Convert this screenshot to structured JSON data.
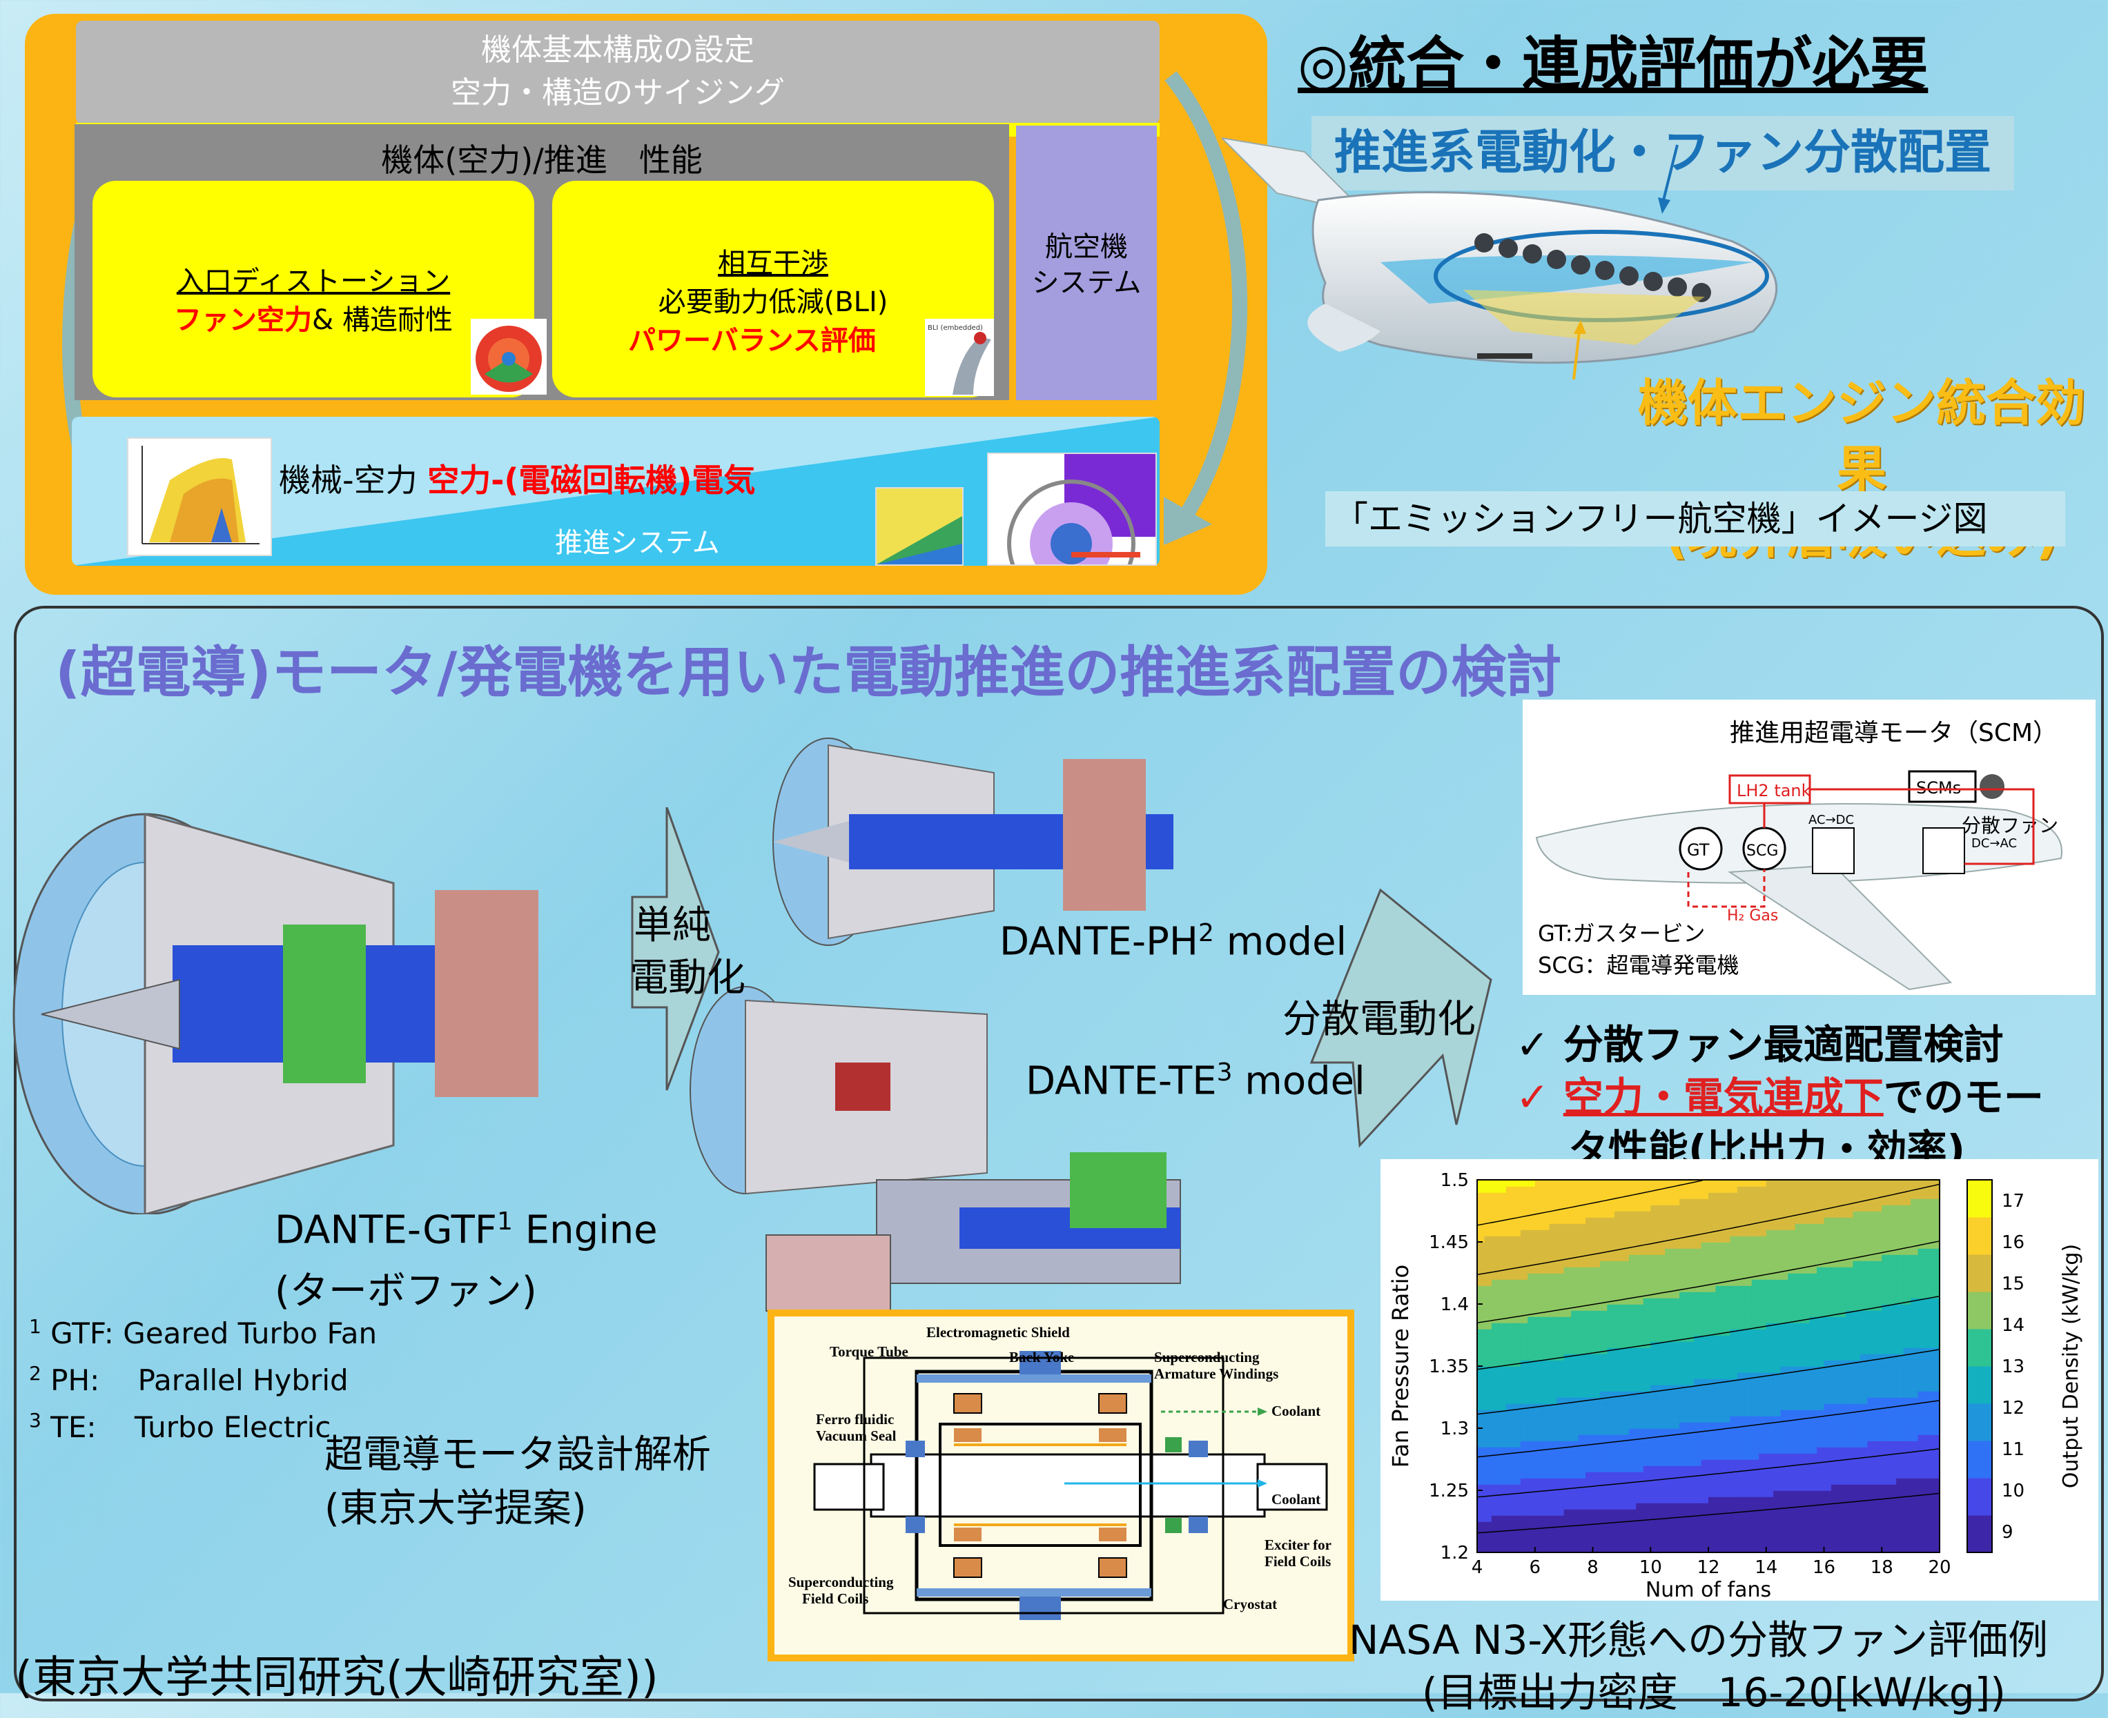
{
  "framework": {
    "top_line1": "機体基本構成の設定",
    "top_line2": "空力・構造のサイジング",
    "perf_title": "機体(空力)/推進　性能",
    "box1": {
      "title": "入口ディストーション",
      "red": "ファン空力",
      "rest": "& 構造耐性"
    },
    "box2": {
      "title": "相互干渉",
      "line2": "必要動力低減(BLI)",
      "red": "パワーバランス評価"
    },
    "bli_label": "BLI (embedded)",
    "aircraft_system_l1": "航空機",
    "aircraft_system_l2": "システム",
    "prop_plain": "機械-空力",
    "prop_red": "空力-(電磁回転機)電気",
    "prop_system": "推進システム"
  },
  "top_right": {
    "need_title": "◎統合・連成評価が必要",
    "electrification": "推進系電動化・ファン分散配置",
    "integration_l1": "機体エンジン統合効果",
    "integration_l2": "(境界層吸い込み)",
    "caption": "「エミッションフリー航空機」イメージ図"
  },
  "bottom": {
    "title": "(超電導)モータ/発電機を用いた電動推進の推進系配置の検討",
    "simple_l1": "単純",
    "simple_l2": "電動化",
    "distributed": "分散電動化",
    "ph_model_a": "DANTE-PH",
    "ph_model_sup": "2",
    "ph_model_b": " model",
    "te_model_a": "DANTE-TE",
    "te_model_sup": "3",
    "te_model_b": " model",
    "gtf_a": "DANTE-GTF",
    "gtf_sup": "1",
    "gtf_b": " Engine",
    "gtf_jp": "(ターボファン)",
    "fn1_sup": "1",
    "fn1": " GTF: Geared Turbo Fan",
    "fn2_sup": "2",
    "fn2": " PH:　 Parallel Hybrid",
    "fn3_sup": "3",
    "fn3": " TE:　 Turbo Electric",
    "motor_design": "超電導モータ設計解析",
    "motor_design_sub": "(東京大学提案)",
    "joint": "(東京大学共同研究(大崎研究室))",
    "check_mark": "✓",
    "check1": "分散ファン最適配置検討",
    "check2_red": "空力・電気連成下",
    "check2_rest": "でのモー",
    "check2_l2": "タ性能(比出力・効率)",
    "nasa_l1": "NASA N3-X形態への分散ファン評価例",
    "nasa_l2": "(目標出力密度　16-20[kW/kg])"
  },
  "scm": {
    "title": "推進用超電導モータ（SCM）",
    "lh2": "LH2 tank",
    "scms": "SCMs",
    "fan": "分散ファン",
    "acdc": "AC→DC",
    "dcac": "DC→AC",
    "gt": "GT",
    "scg": "SCG",
    "h2gas": "H₂ Gas",
    "gt_def": "GT:ガスタービン",
    "scg_def": "SCG：超電導発電機"
  },
  "motor": {
    "em_shield": "Electromagnetic Shield",
    "torque_tube": "Torque Tube",
    "back_yoke": "Back Yoke",
    "sc_arm_l1": "Superconducting",
    "sc_arm_l2": "Armature Windings",
    "ferro_l1": "Ferro fluidic",
    "ferro_l2": "Vacuum Seal",
    "coolant": "Coolant",
    "exciter_l1": "Exciter for",
    "exciter_l2": "Field Coils",
    "sc_field_l1": "Superconducting",
    "sc_field_l2": "Field Coils",
    "cryostat": "Cryostat"
  },
  "chart_data": {
    "type": "heatmap",
    "title": "",
    "xlabel": "Num of fans",
    "ylabel": "Fan Pressure Ratio",
    "colorbar_label": "Output Density (kW/kg)",
    "xlim": [
      4,
      20
    ],
    "ylim": [
      1.2,
      1.5
    ],
    "x_ticks": [
      "4",
      "6",
      "8",
      "10",
      "12",
      "14",
      "16",
      "18",
      "20"
    ],
    "y_ticks": [
      "1.2",
      "1.25",
      "1.3",
      "1.35",
      "1.4",
      "1.45",
      "1.5"
    ],
    "colorbar_ticks": [
      "9",
      "10",
      "11",
      "12",
      "13",
      "14",
      "15",
      "16",
      "17"
    ],
    "contour_levels": [
      9,
      10,
      11,
      12,
      13,
      14,
      15,
      16,
      17
    ],
    "colormap": [
      "#3e26a8",
      "#4748e8",
      "#2f72f6",
      "#1f95db",
      "#13b0c0",
      "#2fc292",
      "#8ec864",
      "#d7ba3d",
      "#fbd02a",
      "#f9fb0e"
    ],
    "grid": false
  }
}
